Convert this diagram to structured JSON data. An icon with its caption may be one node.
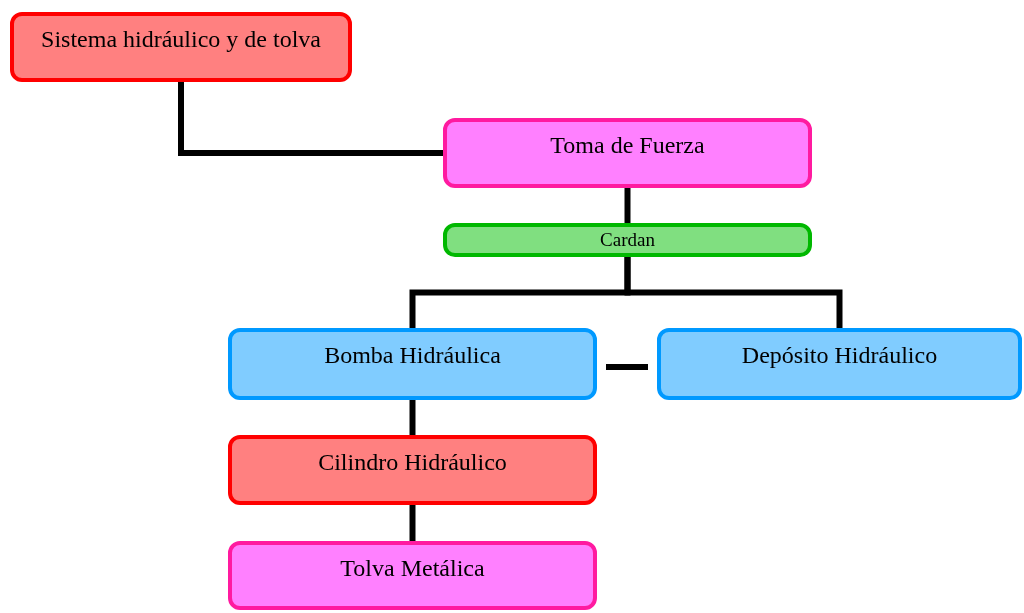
{
  "diagram": {
    "nodes": [
      {
        "text": [
          "Sistema hidráulico y de tolva"
        ]
      },
      {
        "text": [
          "Toma de Fuerza"
        ]
      },
      {
        "text": [
          "Cardan"
        ]
      },
      {
        "text": [
          "Bomba Hidráulica"
        ]
      },
      {
        "text": [
          "Depósito Hidráulico"
        ]
      },
      {
        "text": [
          "Cilindro Hidráulico"
        ]
      },
      {
        "text": [
          "Tolva Metálica"
        ]
      }
    ],
    "edges": [
      {
        "from": 0,
        "to": 1,
        "arrow": "none"
      },
      {
        "from": 1,
        "to": 2,
        "arrow": "none"
      },
      {
        "from": 2,
        "to": 3,
        "arrow": "none"
      },
      {
        "from": 2,
        "to": 4,
        "arrow": "none"
      },
      {
        "from": 3,
        "to": 4,
        "arrow": "none"
      },
      {
        "from": 3,
        "to": 5,
        "arrow": "none"
      },
      {
        "from": 5,
        "to": 6,
        "arrow": "none"
      }
    ]
  }
}
